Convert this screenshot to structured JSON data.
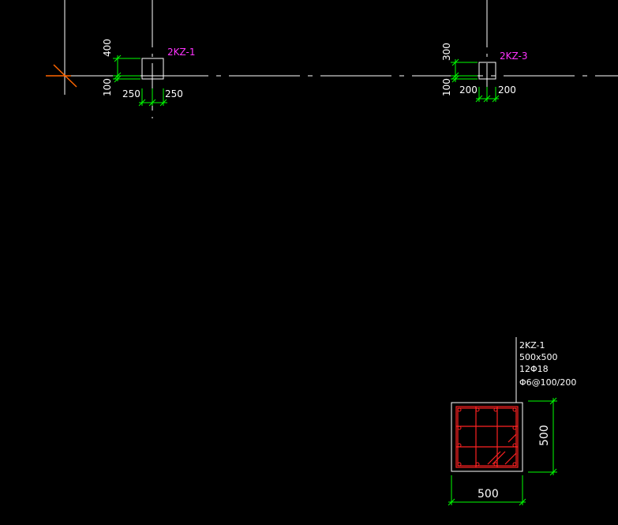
{
  "colors": {
    "background": "#000000",
    "axis": "#ffffff",
    "dimension": "#00ff00",
    "tag": "#ff33ff",
    "rebar": "#ff2222",
    "origin_marker": "#ff6600"
  },
  "columns": [
    {
      "tag": "2KZ-1",
      "dim_top": "400",
      "dim_bottom": "100",
      "dim_left": "250",
      "dim_right": "250"
    },
    {
      "tag": "2KZ-3",
      "dim_top": "300",
      "dim_bottom": "100",
      "dim_left": "200",
      "dim_right": "200"
    }
  ],
  "section": {
    "tag": "2KZ-1",
    "size": "500x500",
    "main_rebar": "12Φ18",
    "stirrup": "Φ6@100/200",
    "width_label": "500",
    "height_label": "500"
  }
}
